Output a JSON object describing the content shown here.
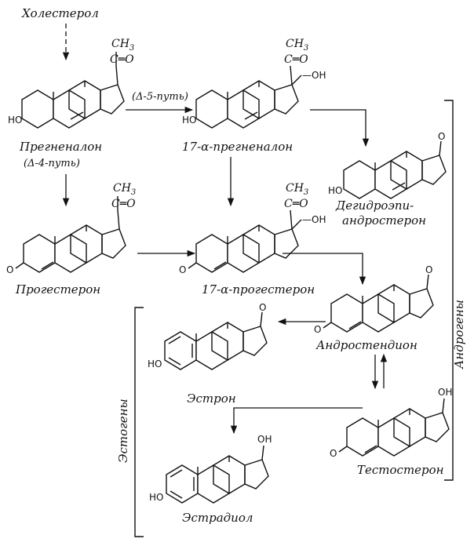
{
  "compounds": {
    "cholesterol": "Холестерол",
    "pregnenolone": "Прегненалон",
    "hydroxypregnenolone": "17-α-прегненалон",
    "progesterone": "Прогестерон",
    "hydroxyprogesterone": "17-α-прогестерон",
    "dhea_line1": "Дегидроэпи-",
    "dhea_line2": "андростерон",
    "androstenedione": "Андростендион",
    "testosterone": "Тестостерон",
    "estrone": "Эстрон",
    "estradiol": "Эстрадиол"
  },
  "pathways": {
    "delta5": "(Δ-5-путь)",
    "delta4": "(Δ-4-путь)"
  },
  "groups": {
    "androgens": "Андрогены",
    "estrogens": "Эстогены"
  },
  "atoms": {
    "ch3": "CH",
    "ch3_sub": "3",
    "co": "C═O",
    "oh": "OH",
    "oh_dash": "—OH",
    "ho": "HO",
    "o": "O",
    "keto_o": "O"
  }
}
